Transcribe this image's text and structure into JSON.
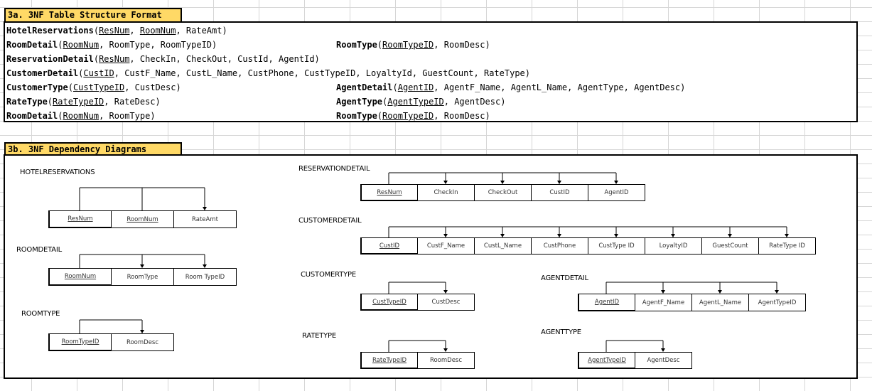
{
  "section_a": {
    "title": "3a. 3NF Table Structure Format",
    "lines": [
      {
        "table": "HotelReservations",
        "attrs": [
          {
            "name": "ResNum",
            "pk": true
          },
          {
            "name": "RoomNum",
            "pk": true
          },
          {
            "name": "RateAmt",
            "pk": false
          }
        ]
      },
      {
        "table": "RoomDetail",
        "attrs": [
          {
            "name": "RoomNum",
            "pk": true
          },
          {
            "name": "RoomType",
            "pk": false
          },
          {
            "name": "RoomTypeID",
            "pk": false
          }
        ]
      },
      {
        "table": "RoomType",
        "attrs": [
          {
            "name": "RoomTypeID",
            "pk": true
          },
          {
            "name": "RoomDesc",
            "pk": false
          }
        ]
      },
      {
        "table": "ReservationDetail",
        "attrs": [
          {
            "name": "ResNum",
            "pk": true
          },
          {
            "name": "CheckIn",
            "pk": false
          },
          {
            "name": "CheckOut",
            "pk": false
          },
          {
            "name": "CustId",
            "pk": false
          },
          {
            "name": "AgentId",
            "pk": false
          }
        ]
      },
      {
        "table": "CustomerDetail",
        "attrs": [
          {
            "name": "CustID",
            "pk": true
          },
          {
            "name": "CustF_Name",
            "pk": false
          },
          {
            "name": "CustL_Name",
            "pk": false
          },
          {
            "name": "CustPhone",
            "pk": false
          },
          {
            "name": "CustTypeID",
            "pk": false
          },
          {
            "name": "LoyaltyId",
            "pk": false
          },
          {
            "name": "GuestCount",
            "pk": false
          },
          {
            "name": "RateType",
            "pk": false
          }
        ]
      },
      {
        "table": "CustomerType",
        "attrs": [
          {
            "name": "CustTypeID",
            "pk": true
          },
          {
            "name": "CustDesc",
            "pk": false
          }
        ]
      },
      {
        "table": "AgentDetail",
        "attrs": [
          {
            "name": "AgentID",
            "pk": true
          },
          {
            "name": "AgentF_Name",
            "pk": false
          },
          {
            "name": "AgentL_Name",
            "pk": false
          },
          {
            "name": "AgentType",
            "pk": false
          },
          {
            "name": "AgentDesc",
            "pk": false
          }
        ]
      },
      {
        "table": "RateType",
        "attrs": [
          {
            "name": "RateTypeID",
            "pk": true
          },
          {
            "name": "RateDesc",
            "pk": false
          }
        ]
      },
      {
        "table": "AgentType",
        "attrs": [
          {
            "name": "AgentTypeID",
            "pk": true
          },
          {
            "name": "AgentDesc",
            "pk": false
          }
        ]
      },
      {
        "table": "RoomDetail",
        "attrs": [
          {
            "name": "RoomNum",
            "pk": true
          },
          {
            "name": "RoomType",
            "pk": false
          }
        ]
      },
      {
        "table": "RoomType",
        "attrs": [
          {
            "name": "RoomTypeID",
            "pk": true
          },
          {
            "name": "RoomDesc",
            "pk": false
          }
        ]
      }
    ]
  },
  "section_b": {
    "title": "3b. 3NF Dependency Diagrams",
    "diagrams": [
      {
        "id": "hotelreservations",
        "title": "HOTELRESERVATIONS",
        "cells": [
          {
            "label": "ResNum",
            "pk": true
          },
          {
            "label": "RoomNum",
            "pk": true
          },
          {
            "label": "RateAmt",
            "pk": false
          }
        ]
      },
      {
        "id": "roomdetail",
        "title": "ROOMDETAIL",
        "cells": [
          {
            "label": "RoomNum",
            "pk": true
          },
          {
            "label": "RoomType",
            "pk": false
          },
          {
            "label": "Room TypeID",
            "pk": false
          }
        ]
      },
      {
        "id": "roomtype",
        "title": "ROOMTYPE",
        "cells": [
          {
            "label": "RoomTypeID",
            "pk": true
          },
          {
            "label": "RoomDesc",
            "pk": false
          }
        ]
      },
      {
        "id": "reservationdetail",
        "title": "RESERVATIONDETAIL",
        "cells": [
          {
            "label": "ResNum",
            "pk": true
          },
          {
            "label": "CheckIn",
            "pk": false
          },
          {
            "label": "CheckOut",
            "pk": false
          },
          {
            "label": "CustID",
            "pk": false
          },
          {
            "label": "AgentID",
            "pk": false
          }
        ]
      },
      {
        "id": "customerdetail",
        "title": "CUSTOMERDETAIL",
        "cells": [
          {
            "label": "CustID",
            "pk": true
          },
          {
            "label": "CustF_Name",
            "pk": false
          },
          {
            "label": "CustL_Name",
            "pk": false
          },
          {
            "label": "CustPhone",
            "pk": false
          },
          {
            "label": "CustType ID",
            "pk": false
          },
          {
            "label": "LoyaltyID",
            "pk": false
          },
          {
            "label": "GuestCount",
            "pk": false
          },
          {
            "label": "RateType ID",
            "pk": false
          }
        ]
      },
      {
        "id": "customertype",
        "title": "CUSTOMERTYPE",
        "cells": [
          {
            "label": "CustTypeID",
            "pk": true
          },
          {
            "label": "CustDesc",
            "pk": false
          }
        ]
      },
      {
        "id": "ratetype",
        "title": "RATETYPE",
        "cells": [
          {
            "label": "RateTypeID",
            "pk": true
          },
          {
            "label": "RoomDesc",
            "pk": false
          }
        ]
      },
      {
        "id": "agentdetail",
        "title": "AGENTDETAIL",
        "cells": [
          {
            "label": "AgentID",
            "pk": true
          },
          {
            "label": "AgentF_Name",
            "pk": false
          },
          {
            "label": "AgentL_Name",
            "pk": false
          },
          {
            "label": "AgentTypeID",
            "pk": false
          }
        ]
      },
      {
        "id": "agenttype",
        "title": "AGENTTYPE",
        "cells": [
          {
            "label": "AgentTypeID",
            "pk": true
          },
          {
            "label": "AgentDesc",
            "pk": false
          }
        ]
      }
    ]
  },
  "colors": {
    "section_tab": "#ffd966",
    "grid": "#d6d6d6",
    "border": "#000000"
  }
}
